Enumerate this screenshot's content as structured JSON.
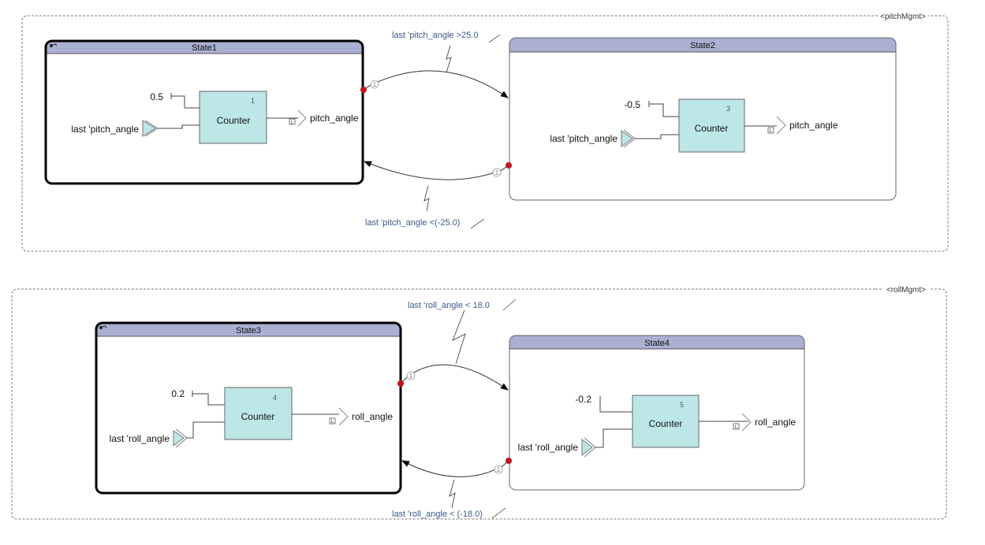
{
  "regions": [
    {
      "label": "<pitchMgmt>"
    },
    {
      "label": "<rollMgmt>"
    }
  ],
  "states": [
    {
      "title": "State1",
      "initial": true,
      "counter": {
        "label": "Counter",
        "number": "1"
      },
      "constant": "0.5",
      "input": "last 'pitch_angle",
      "output": "pitch_angle",
      "output_tag": "L"
    },
    {
      "title": "State2",
      "initial": false,
      "counter": {
        "label": "Counter",
        "number": "3"
      },
      "constant": "-0.5",
      "input": "last 'pitch_angle",
      "output": "pitch_angle",
      "output_tag": "L"
    },
    {
      "title": "State3",
      "initial": true,
      "counter": {
        "label": "Counter",
        "number": "4"
      },
      "constant": "0.2",
      "input": "last 'roll_angle",
      "output": "roll_angle",
      "output_tag": "L"
    },
    {
      "title": "State4",
      "initial": false,
      "counter": {
        "label": "Counter",
        "number": "5"
      },
      "constant": "-0.2",
      "input": "last 'roll_angle",
      "output": "roll_angle",
      "output_tag": "L"
    }
  ],
  "transitions": [
    {
      "from": "State1",
      "to": "State2",
      "guard": "last 'pitch_angle >25.0",
      "priority": "1"
    },
    {
      "from": "State2",
      "to": "State1",
      "guard": "last 'pitch_angle <(-25.0)",
      "priority": "1"
    },
    {
      "from": "State3",
      "to": "State4",
      "guard": "last 'roll_angle  < 18.0",
      "priority": "1"
    },
    {
      "from": "State4",
      "to": "State3",
      "guard": "last 'roll_angle < (-18.0)",
      "priority": "1"
    }
  ],
  "colors": {
    "state_header": "#aab0d2",
    "counter_fill": "#bde6e6",
    "transition_dot": "#c0141c",
    "guard_text": "#3a5a88"
  }
}
